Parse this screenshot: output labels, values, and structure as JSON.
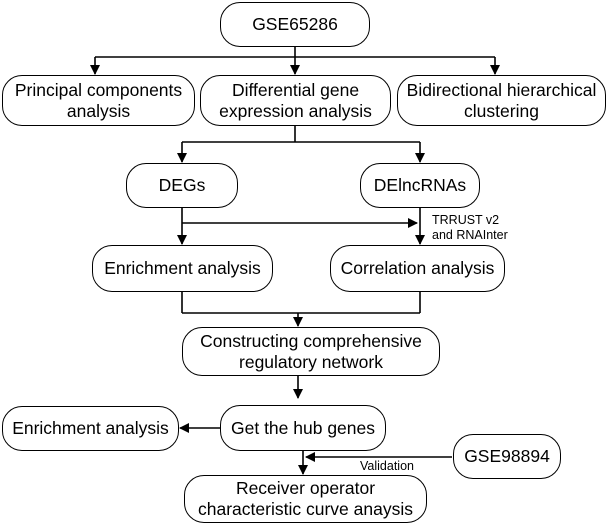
{
  "nodes": {
    "gse65286": "GSE65286",
    "pca": "Principal components\nanalysis",
    "dge": "Differential gene\nexpression analysis",
    "bhc": "Bidirectional hierarchical\nclustering",
    "degs": "DEGs",
    "delnc": "DElncRNAs",
    "enrich1": "Enrichment analysis",
    "corr": "Correlation analysis",
    "network": "Constructing comprehensive\nregulatory network",
    "hub": "Get the hub genes",
    "enrich2": "Enrichment analysis",
    "gse98894": "GSE98894",
    "roc": "Receiver operator\ncharacteristic curve anaysis"
  },
  "edge_labels": {
    "trrust": "TRRUST v2\nand RNAInter",
    "validation": "Validation"
  }
}
